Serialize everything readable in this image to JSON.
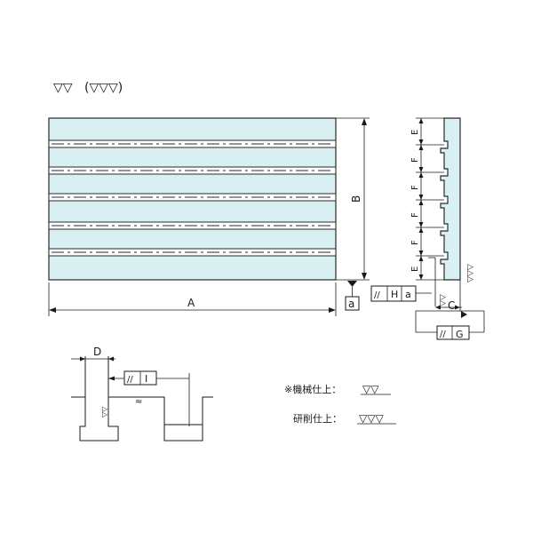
{
  "finish_mark": {
    "machined": "▽▽",
    "ground": "(▽▽▽)"
  },
  "dimensions": {
    "width": "A",
    "height": "B",
    "thickness": "C",
    "slot_width": "D",
    "edge_pitch": "E",
    "slot_pitch": "F"
  },
  "tolerance": {
    "parallel_symbol": "//",
    "datum_box": "a",
    "side_value": "H",
    "bottom_value": "G",
    "slot_value": "I"
  },
  "legend": {
    "machined_label": "※機械仕上：",
    "machined_symbol": "▽▽",
    "ground_label": "研削仕上：",
    "ground_symbol": "▽▽▽"
  },
  "colors": {
    "plate_fill": "#d9f0f2",
    "line": "#1a1a1a"
  }
}
